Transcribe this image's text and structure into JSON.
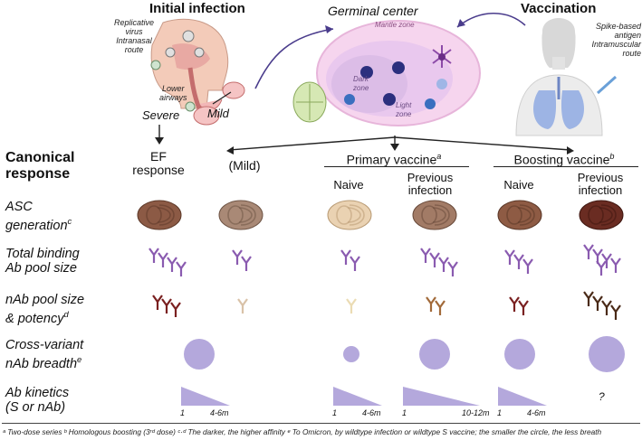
{
  "headers": {
    "initial_infection": "Initial infection",
    "germinal_center": "Germinal center",
    "vaccination": "Vaccination"
  },
  "infection_labels": {
    "replicative": [
      "Replicative",
      "virus",
      "Intranasal",
      "route"
    ],
    "lower_airways": [
      "Lower",
      "airways"
    ],
    "severe": "Severe",
    "mild": "Mild"
  },
  "gc_labels": {
    "mantle": "Mantle zone",
    "dark": [
      "Dark",
      "zone"
    ],
    "light": [
      "Light",
      "zone"
    ]
  },
  "vaccination_labels": [
    "Spike-based",
    "antigen",
    "Intramuscular",
    "route"
  ],
  "canonical": [
    "Canonical",
    "response"
  ],
  "columns": {
    "ef": [
      "EF",
      "response"
    ],
    "mild": "(Mild)",
    "primary": {
      "label": "Primary vaccine",
      "sup": "a"
    },
    "boosting": {
      "label": "Boosting vaccine",
      "sup": "b"
    },
    "naive": "Naive",
    "previous": [
      "Previous",
      "infection"
    ]
  },
  "rows": {
    "asc": {
      "line1": "ASC",
      "line2": "generation",
      "sup": "c"
    },
    "binding": {
      "line1": "Total binding",
      "line2": "Ab pool size"
    },
    "nab": {
      "line1": "nAb pool size",
      "line2": "& potency",
      "sup": "d"
    },
    "cross": {
      "line1": "Cross-variant",
      "line2": "nAb breadth",
      "sup": "e"
    },
    "kinetics": {
      "line1": "Ab kinetics",
      "line2": "(S or nAb)"
    }
  },
  "kinetics_ticks": {
    "ef": [
      "1",
      "4-6m"
    ],
    "primary_naive": [
      "1",
      "4-6m"
    ],
    "primary_prev": [
      "1",
      "10-12m"
    ],
    "boost_naive": [
      "1",
      "4-6m"
    ],
    "boost_prev": "?"
  },
  "footnote": "ᵃ Two-dose series ᵇ Homologous boosting (3ʳᵈ dose) ᶜ·ᵈ The darker, the higher affinity ᵉ To Omicron, by wildtype infection or wildtype S vaccine; the smaller the circle, the less breath",
  "colors": {
    "purple_circle": "#b4a8dc",
    "antibody_purple": "#8a5bb0",
    "antibody_red": "#7a2020",
    "asc_brown": "#8b5a44",
    "arrow": "#222222"
  }
}
